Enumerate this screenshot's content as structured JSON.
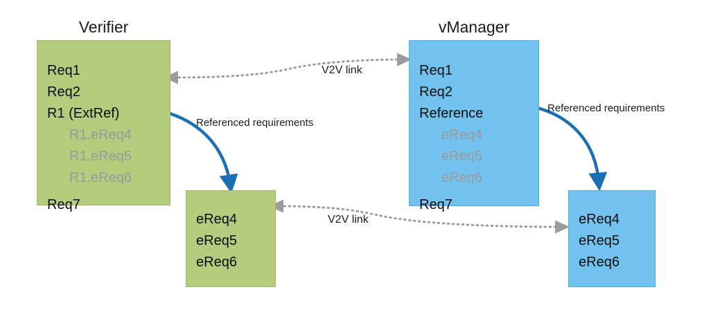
{
  "diagram": {
    "title_left": "Verifier",
    "title_right": "vManager",
    "colors": {
      "green_fill": "#b5cc7f",
      "green_border": "#9fb86a",
      "blue_fill": "#72c2ef",
      "blue_border": "#56a9da",
      "arrow_blue": "#1a6fb5",
      "link_gray": "#9b9b9b",
      "text_dark": "#0d0d0d",
      "text_muted": "#9a9a9a"
    },
    "verifier_box": {
      "name": "verifier-requirements-box",
      "lines": [
        {
          "text": "Req1",
          "muted": false
        },
        {
          "text": "Req2",
          "muted": false
        },
        {
          "text": "R1 (ExtRef)",
          "muted": false
        },
        {
          "text": "R1.eReq4",
          "muted": true
        },
        {
          "text": "R1.eReq5",
          "muted": true
        },
        {
          "text": "R1.eReq6",
          "muted": true
        },
        {
          "text": "Req7",
          "muted": false
        }
      ]
    },
    "vmanager_box": {
      "name": "vmanager-requirements-box",
      "lines": [
        {
          "text": "Req1",
          "muted": false
        },
        {
          "text": "Req2",
          "muted": false
        },
        {
          "text": "Reference",
          "muted": false
        },
        {
          "text": "eReq4",
          "muted": true
        },
        {
          "text": "eReq5",
          "muted": true
        },
        {
          "text": "eReq6",
          "muted": true
        },
        {
          "text": "Req7",
          "muted": false
        }
      ]
    },
    "verifier_ereq_box": {
      "name": "verifier-ereq-box",
      "lines": [
        {
          "text": "eReq4",
          "muted": false
        },
        {
          "text": "eReq5",
          "muted": false
        },
        {
          "text": "eReq6",
          "muted": false
        }
      ]
    },
    "vmanager_ereq_box": {
      "name": "vmanager-ereq-box",
      "lines": [
        {
          "text": "eReq4",
          "muted": false
        },
        {
          "text": "eReq5",
          "muted": false
        },
        {
          "text": "eReq6",
          "muted": false
        }
      ]
    },
    "labels": {
      "v2v_link_top": "V2V link",
      "v2v_link_bottom": "V2V link",
      "referenced_requirements_left": "Referenced requirements",
      "referenced_requirements_right": "Referenced requirements"
    }
  }
}
